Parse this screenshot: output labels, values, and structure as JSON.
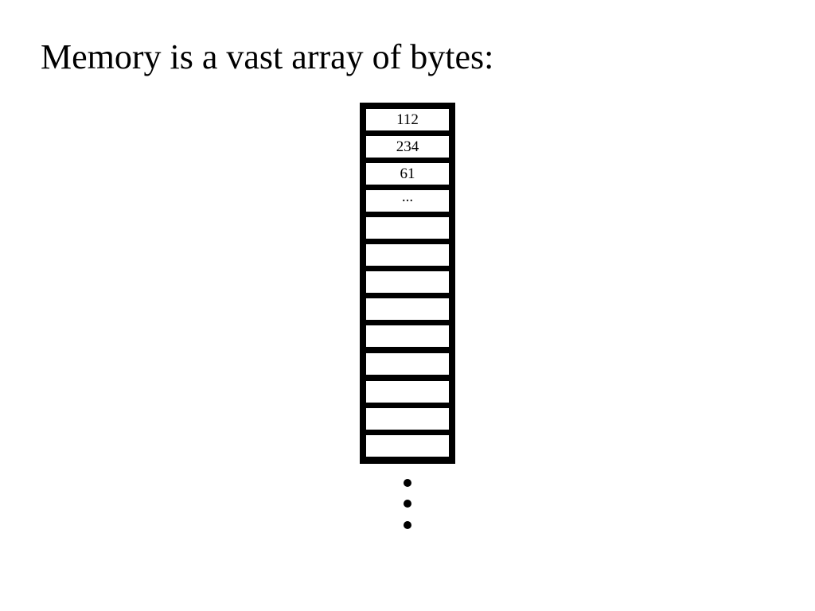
{
  "slide": {
    "title": "Memory is a vast array of bytes:"
  },
  "memory": {
    "cells": [
      {
        "value": "112"
      },
      {
        "value": "234"
      },
      {
        "value": "61"
      },
      {
        "value": "..."
      },
      {
        "value": ""
      },
      {
        "value": ""
      },
      {
        "value": ""
      },
      {
        "value": ""
      },
      {
        "value": ""
      },
      {
        "value": ""
      },
      {
        "value": ""
      },
      {
        "value": ""
      },
      {
        "value": ""
      }
    ],
    "continuation_dot_count": 3
  },
  "colors": {
    "border": "#000000",
    "cell_fill": "#ffffff",
    "text": "#000000"
  }
}
